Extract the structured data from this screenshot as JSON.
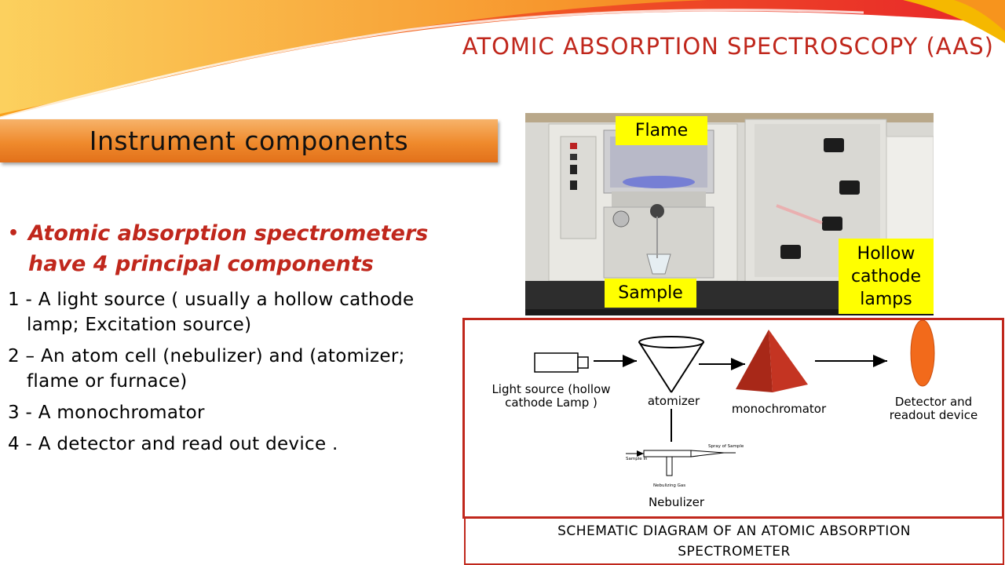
{
  "slide": {
    "title": "ATOMIC ABSORPTION SPECTROSCOPY (AAS)",
    "section_heading": "Instrument components"
  },
  "content": {
    "bullet": "Atomic absorption spectrometers have 4 principal components",
    "items": [
      "1 - A light source ( usually a hollow cathode lamp; Excitation source)",
      "2 – An atom cell (nebulizer) and (atomizer; flame or furnace)",
      "3 - A monochromator",
      "4 -  A detector and read out device ."
    ]
  },
  "photo": {
    "labels": {
      "flame": "Flame",
      "sample": "Sample",
      "hollow_cathode_lamps": "Hollow cathode lamps"
    }
  },
  "schematic": {
    "light_source": "Light source (hollow cathode Lamp )",
    "atomizer": "atomizer",
    "monochromator": "monochromator",
    "detector": "Detector and readout device",
    "nebulizer": "Nebulizer",
    "spray_of_sample": "Spray of Sample",
    "sample_in": "Sample In",
    "nebulizing_gas": "Nebulizing Gas",
    "caption": "SCHEMATIC DIAGRAM OF AN ATOMIC ABSORPTION SPECTROMETER"
  },
  "colors": {
    "title_red": "#c0271c",
    "banner_orange": "#ef8a2c",
    "label_yellow": "#ffff00",
    "prism_red": "#b52a1c",
    "detector_orange": "#f26a1b"
  }
}
